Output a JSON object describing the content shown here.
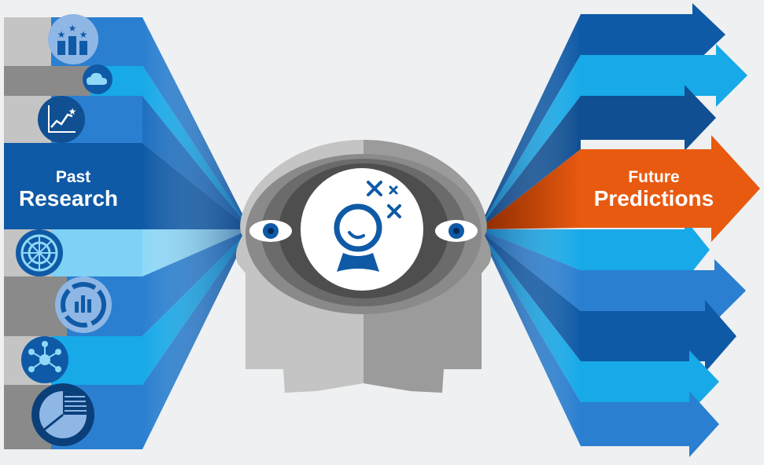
{
  "colors": {
    "background": "#eef0f1",
    "blue_dark": "#0f5aa6",
    "blue_mid": "#2a7fd0",
    "blue_light": "#17a9e8",
    "blue_pale": "#7fd1f5",
    "gray_dark": "#8a8a8a",
    "gray_light": "#c4c4c4",
    "orange": "#e85a10",
    "eye_iris": "#0f5aa6"
  },
  "left_panel": {
    "label_line1": "Past",
    "label_line2": "Research",
    "icons": [
      "rating-stars-bar-icon",
      "cloud-icon",
      "trend-line-chart-icon",
      "radar-chart-icon",
      "bar-chart-ring-icon",
      "network-hub-icon",
      "pie-chart-icon"
    ]
  },
  "center": {
    "icon": "crystal-ball-icon",
    "eyes": [
      "left-eye-icon",
      "right-eye-icon"
    ]
  },
  "right_panel": {
    "label_line1": "Future",
    "label_line2": "Predictions",
    "highlight_arrow_color": "#e85a10"
  }
}
